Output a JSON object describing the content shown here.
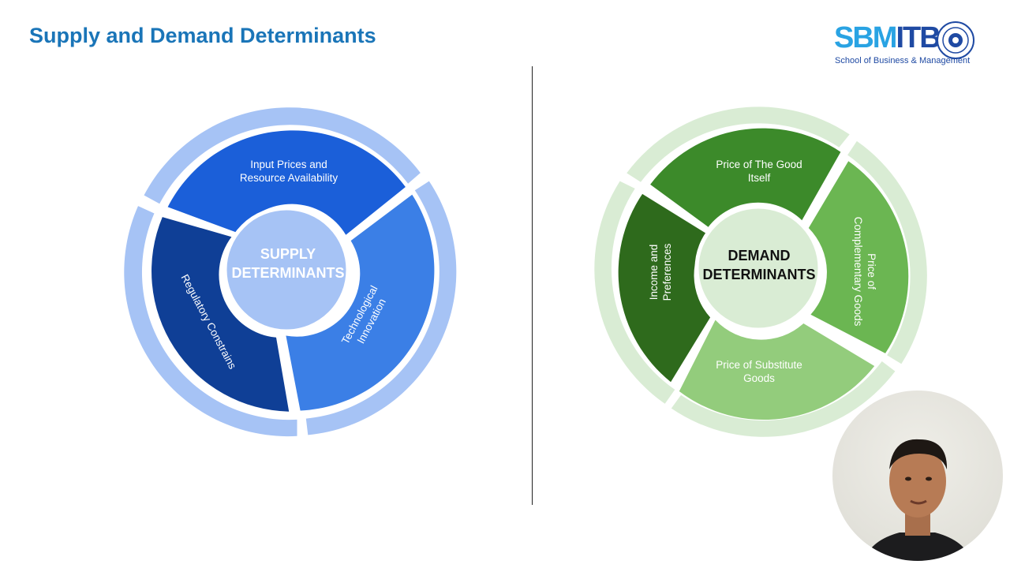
{
  "slide": {
    "title": "Supply and Demand Determinants"
  },
  "logo": {
    "mark_part1": "SBM",
    "mark_part2": "ITB",
    "subtitle": "School of Business & Management"
  },
  "supply": {
    "center_line1": "SUPPLY",
    "center_line2": "DETERMINANTS",
    "segments": {
      "input_prices": {
        "line1": "Input Prices and",
        "line2": "Resource Availability"
      },
      "technological": {
        "line1": "Technological",
        "line2": "Innovation"
      },
      "regulatory": {
        "line1": "Regulatory Constrains"
      }
    },
    "colors": {
      "outer_ring": "#a6c3f5",
      "top": "#1b5fd9",
      "right": "#3b7fe6",
      "left": "#0f3f96",
      "center": "#a6c3f5"
    }
  },
  "demand": {
    "center_line1": "DEMAND",
    "center_line2": "DETERMINANTS",
    "segments": {
      "price_good": {
        "line1": "Price of The Good",
        "line2": "Itself"
      },
      "complementary": {
        "line1": "Price of",
        "line2": "Complementary Goods"
      },
      "substitute": {
        "line1": "Price of Substitute",
        "line2": "Goods"
      },
      "income": {
        "line1": "Income and",
        "line2": "Preferences"
      }
    },
    "colors": {
      "outer_ring": "#d9ecd4",
      "top": "#3c8a2a",
      "right": "#6bb652",
      "bottom": "#93cc7c",
      "left": "#2e6a1c",
      "center": "#d9ecd4"
    }
  },
  "presenter": {
    "icon": "presenter-video-icon"
  }
}
